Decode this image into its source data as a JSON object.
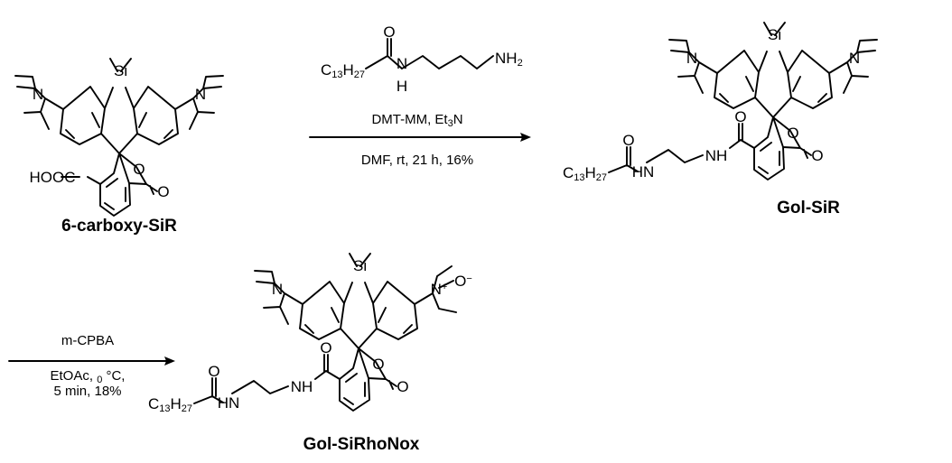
{
  "compounds": {
    "start": "6-carboxy-SiR",
    "intermediate": "Gol-SiR",
    "product": "Gol-SiRhoNox"
  },
  "step1": {
    "reagent_chain": "C13H27",
    "condition1": "DMT-MM, Et3N",
    "condition2": "DMF, rt, 21 h, 16%"
  },
  "step2": {
    "reagent": "m-CPBA",
    "condition1": "EtOAc, 0 °C,",
    "condition2": "5 min, 18%"
  },
  "atoms": {
    "si": "Si",
    "n": "N",
    "o": "O",
    "nh": "NH",
    "hn": "HN",
    "h": "H",
    "nh2": "NH2",
    "hooc": "HOOC",
    "oxide": "O−",
    "nplus": "N+",
    "chain": "C13H27"
  }
}
